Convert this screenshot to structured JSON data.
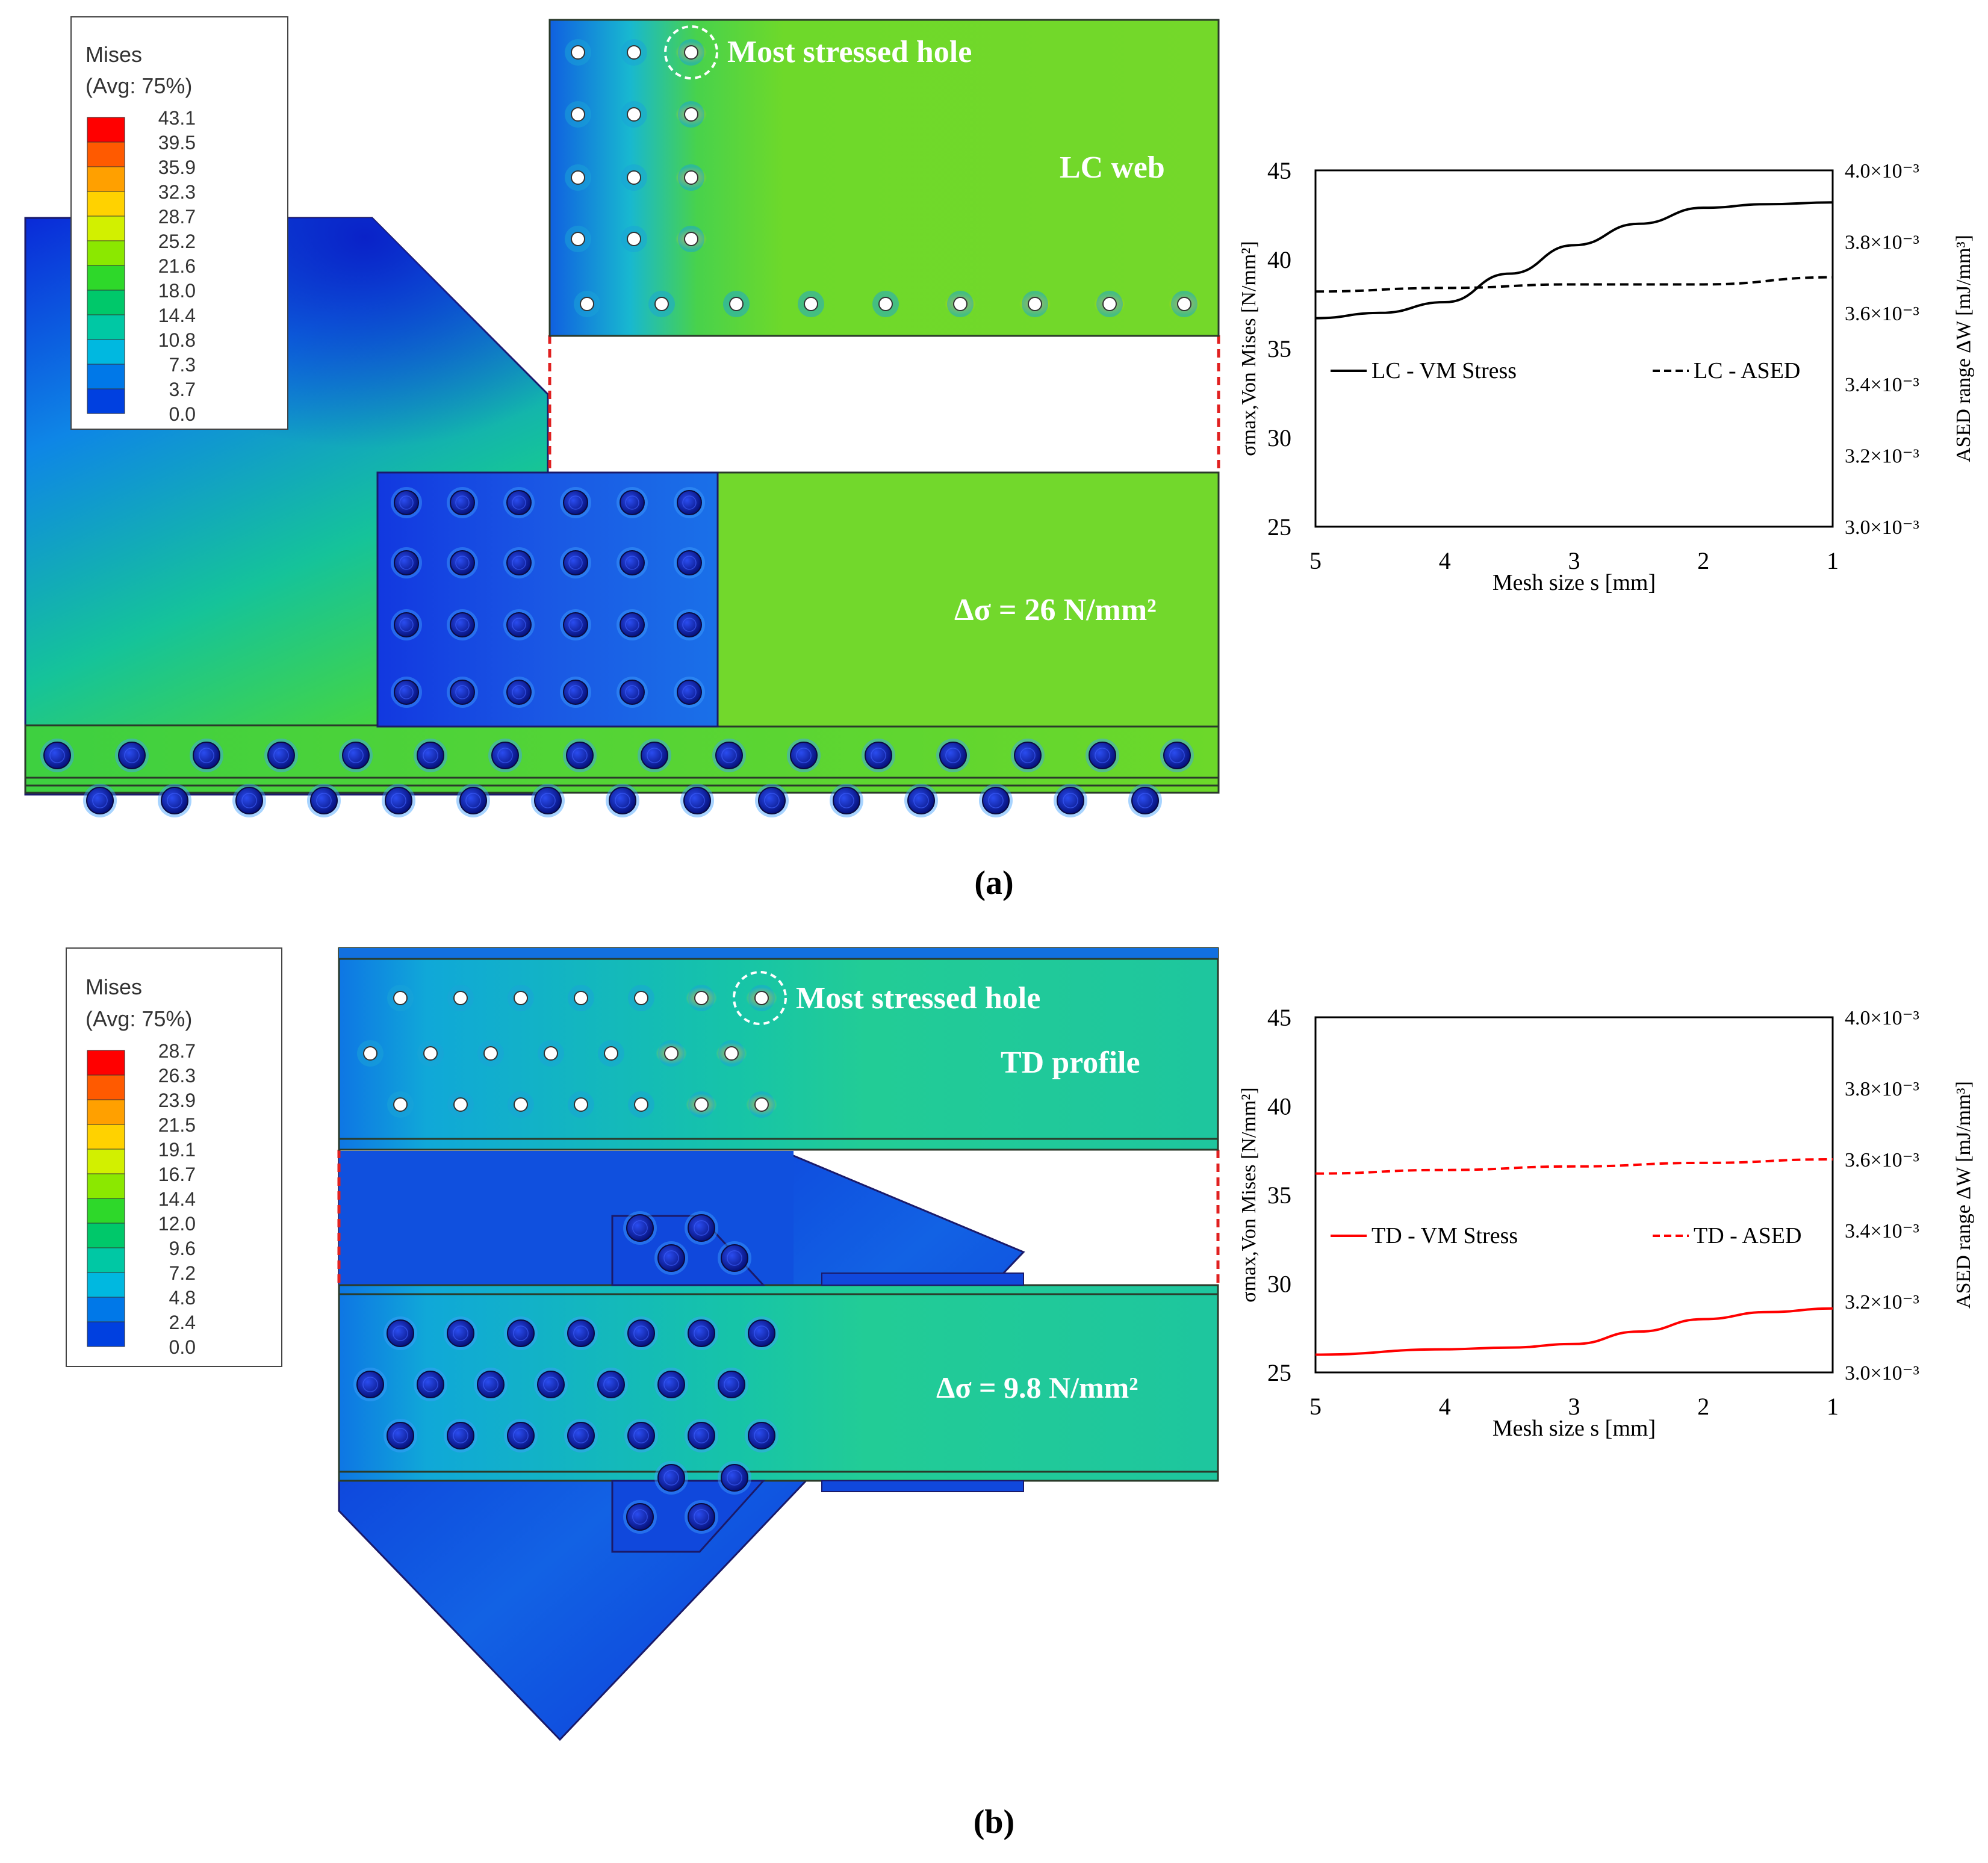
{
  "panel_a": {
    "caption": "(a)",
    "legend": {
      "title_line1": "Mises",
      "title_line2": "(Avg: 75%)",
      "values": [
        "43.1",
        "39.5",
        "35.9",
        "32.3",
        "28.7",
        "25.2",
        "21.6",
        "18.0",
        "14.4",
        "10.8",
        "7.3",
        "3.7",
        "0.0"
      ]
    },
    "zoom_label": "Most stressed hole",
    "region_label": "LC web",
    "stress_label": "Δσ = 26 N/mm²"
  },
  "panel_b": {
    "caption": "(b)",
    "legend": {
      "title_line1": "Mises",
      "title_line2": "(Avg: 75%)",
      "values": [
        "28.7",
        "26.3",
        "23.9",
        "21.5",
        "19.1",
        "16.7",
        "14.4",
        "12.0",
        "9.6",
        "7.2",
        "4.8",
        "2.4",
        "0.0"
      ]
    },
    "zoom_label": "Most stressed hole",
    "region_label": "TD profile",
    "stress_label": "Δσ = 9.8 N/mm²"
  },
  "colors": {
    "contour": [
      "#ff0000",
      "#ff5a00",
      "#ffa000",
      "#ffd200",
      "#d2f000",
      "#8be800",
      "#2ed82a",
      "#00c86a",
      "#00c8a4",
      "#00b8e0",
      "#0078e8",
      "#0040e0",
      "#0000d0"
    ],
    "series_lc": "#000000",
    "series_td": "#ff0000",
    "dashed_outline": "#e02020"
  },
  "chart_data": [
    {
      "type": "line",
      "panel": "a",
      "xlabel": "Mesh size s [mm]",
      "ylabel_left": "σmax,Von Mises [N/mm²]",
      "ylabel_right": "ASED range ΔW [mJ/mm³]",
      "xlim": [
        5,
        1
      ],
      "x_ticks": [
        "5",
        "4",
        "3",
        "2",
        "1"
      ],
      "ylim_left": [
        25,
        45
      ],
      "y_ticks_left": [
        "25",
        "30",
        "35",
        "40",
        "45"
      ],
      "ylim_right": [
        0.003,
        0.004
      ],
      "y_ticks_right": [
        "3.0×10⁻³",
        "3.2×10⁻³",
        "3.4×10⁻³",
        "3.6×10⁻³",
        "3.8×10⁻³",
        "4.0×10⁻³"
      ],
      "series": [
        {
          "name": "LC - VM Stress",
          "axis": "left",
          "style": "solid",
          "x": [
            5,
            4.5,
            4,
            3.5,
            3,
            2.5,
            2,
            1.5,
            1
          ],
          "values": [
            36.7,
            37.0,
            37.6,
            39.2,
            40.8,
            42.0,
            42.9,
            43.1,
            43.2
          ]
        },
        {
          "name": "LC - ASED",
          "axis": "right",
          "style": "dashed",
          "x": [
            5,
            4,
            3,
            2,
            1
          ],
          "values": [
            0.00366,
            0.00367,
            0.00368,
            0.00368,
            0.0037
          ]
        }
      ]
    },
    {
      "type": "line",
      "panel": "b",
      "xlabel": "Mesh size s [mm]",
      "ylabel_left": "σmax,Von Mises [N/mm²]",
      "ylabel_right": "ASED range ΔW [mJ/mm³]",
      "xlim": [
        5,
        1
      ],
      "x_ticks": [
        "5",
        "4",
        "3",
        "2",
        "1"
      ],
      "ylim_left": [
        25,
        45
      ],
      "y_ticks_left": [
        "25",
        "30",
        "35",
        "40",
        "45"
      ],
      "ylim_right": [
        0.003,
        0.004
      ],
      "y_ticks_right": [
        "3.0×10⁻³",
        "3.2×10⁻³",
        "3.4×10⁻³",
        "3.6×10⁻³",
        "3.8×10⁻³",
        "4.0×10⁻³"
      ],
      "series": [
        {
          "name": "TD - VM Stress",
          "axis": "left",
          "style": "solid",
          "x": [
            5,
            4,
            3.5,
            3,
            2.5,
            2,
            1.5,
            1
          ],
          "values": [
            26.0,
            26.3,
            26.4,
            26.6,
            27.3,
            28.0,
            28.4,
            28.6
          ]
        },
        {
          "name": "TD - ASED",
          "axis": "right",
          "style": "dashed",
          "x": [
            5,
            4,
            3,
            2,
            1
          ],
          "values": [
            0.00356,
            0.00357,
            0.00358,
            0.00359,
            0.0036
          ]
        }
      ]
    }
  ]
}
